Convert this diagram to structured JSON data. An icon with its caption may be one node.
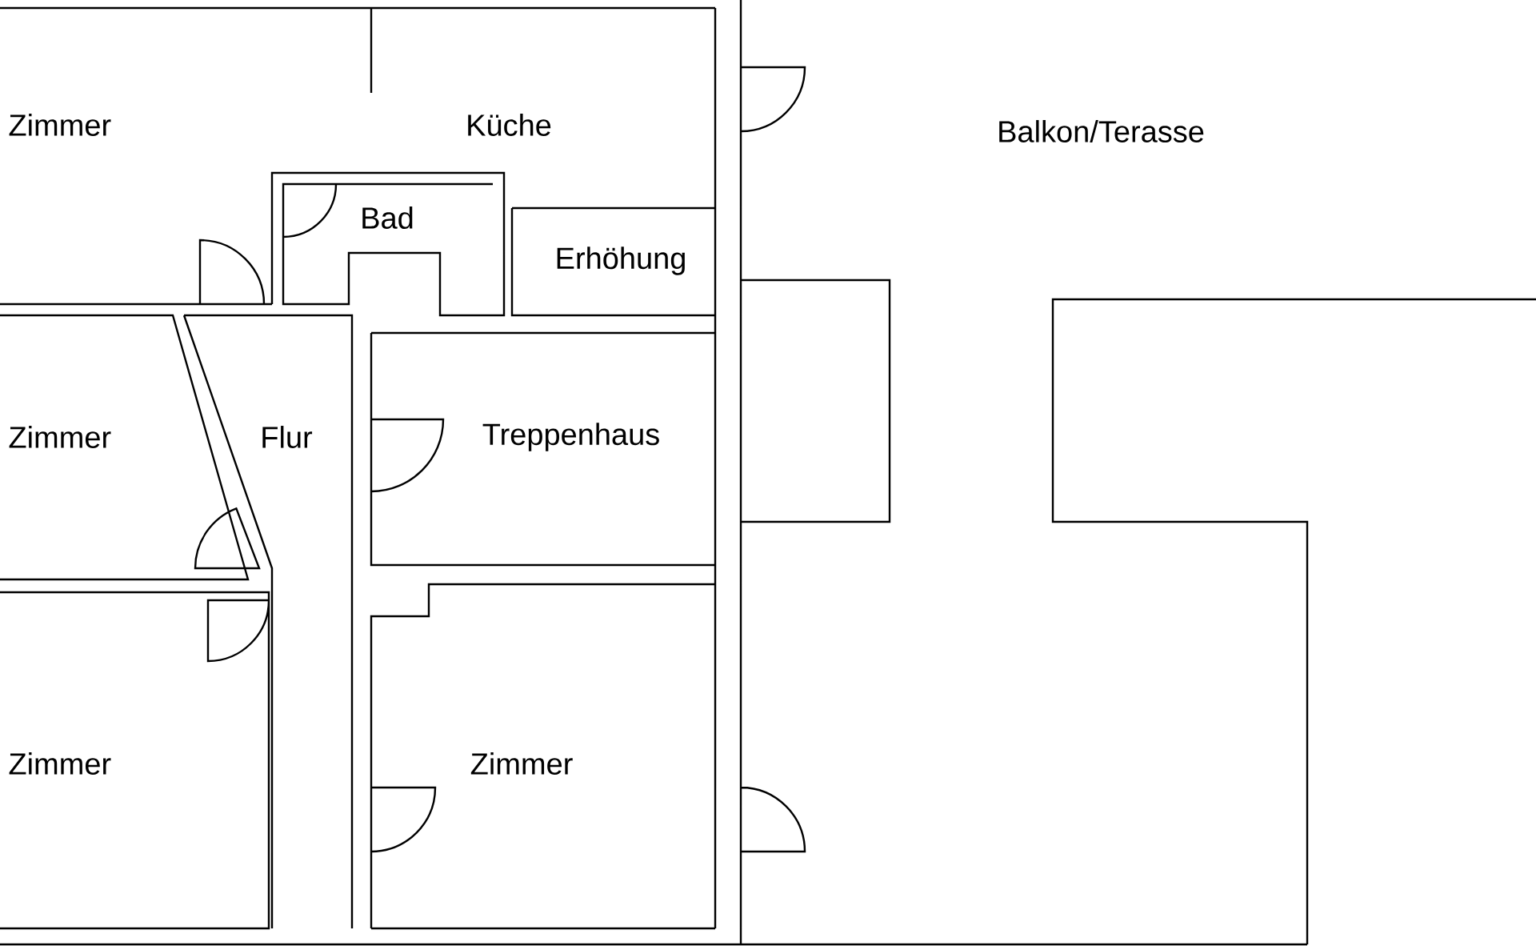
{
  "diagram": {
    "nodes": [
      {
        "text": [
          "Zimmer"
        ]
      },
      {
        "text": [
          "Küche"
        ]
      },
      {
        "text": [
          "Bad"
        ]
      },
      {
        "text": [
          "Erhöhung"
        ]
      },
      {
        "text": [
          "Zimmer"
        ]
      },
      {
        "text": [
          "Flur"
        ]
      },
      {
        "text": [
          "Treppenhaus"
        ]
      },
      {
        "text": [
          "Zimmer"
        ]
      },
      {
        "text": [
          "Zimmer"
        ]
      },
      {
        "text": [
          "Balkon/Terasse"
        ]
      }
    ]
  }
}
